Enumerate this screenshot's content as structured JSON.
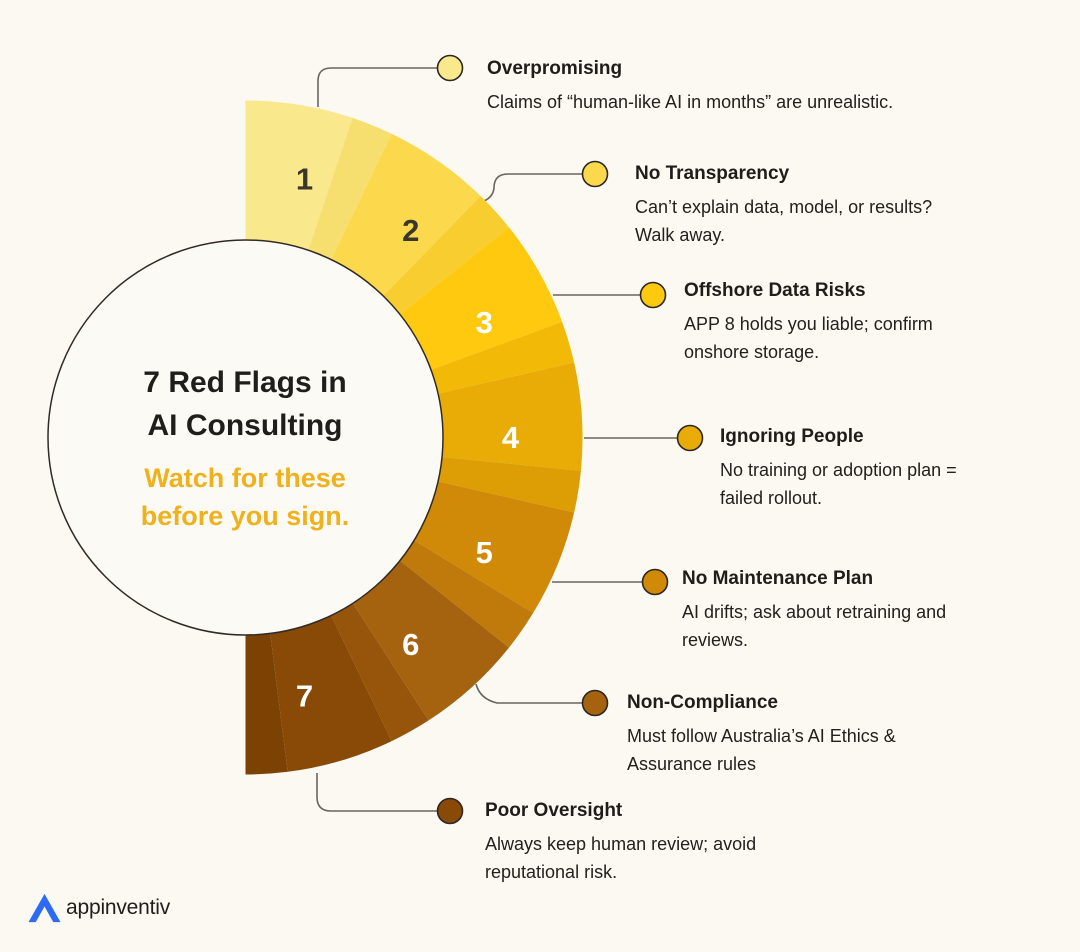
{
  "background": "#FBF9F2",
  "center": {
    "title_lines": [
      "7 Red Flags in",
      "AI Consulting"
    ],
    "subtitle_lines": [
      "Watch for these",
      "before you sign."
    ],
    "subtitle_color": "#EFB11C",
    "circle_fill": "#FBFAF4",
    "circle_stroke": "#2F2B27"
  },
  "items": [
    {
      "num": "1",
      "num_color": "#3A362E",
      "color": "#FAE98C",
      "trail_color": "#F6DF6F",
      "title": "Overpromising",
      "desc_lines": [
        "Claims of “human-like AI in months” are unrealistic."
      ]
    },
    {
      "num": "2",
      "num_color": "#3A362E",
      "color": "#FCD84D",
      "trail_color": "#F8CD30",
      "title": "No Transparency",
      "desc_lines": [
        "Can’t explain data, model, or results?",
        "Walk away."
      ]
    },
    {
      "num": "3",
      "num_color": "#FFFFFF",
      "color": "#FEC90F",
      "trail_color": "#F2BA07",
      "title": "Offshore Data Risks",
      "desc_lines": [
        "APP 8 holds you liable; confirm",
        "onshore storage."
      ]
    },
    {
      "num": "4",
      "num_color": "#FFFFFF",
      "color": "#E9AC06",
      "trail_color": "#DC9D05",
      "title": "Ignoring People",
      "desc_lines": [
        "No training or adoption plan =",
        "failed rollout."
      ]
    },
    {
      "num": "5",
      "num_color": "#FFFFFF",
      "color": "#D18908",
      "trail_color": "#C07A0B",
      "title": "No Maintenance Plan",
      "desc_lines": [
        "AI drifts; ask about retraining and",
        "reviews."
      ]
    },
    {
      "num": "6",
      "num_color": "#FFFFFF",
      "color": "#A5620F",
      "trail_color": "#96550A",
      "title": "Non-Compliance",
      "desc_lines": [
        "Must follow Australia’s AI Ethics &",
        "Assurance rules"
      ]
    },
    {
      "num": "7",
      "num_color": "#FFFFFF",
      "color": "#884A06",
      "trail_color": "#7C4204",
      "title": "Poor Oversight",
      "desc_lines": [
        "Always keep human review; avoid",
        "reputational risk."
      ]
    }
  ],
  "connector_color": "#6A655E",
  "dot_stroke": "#2A2724",
  "logo": {
    "text": "appinventiv",
    "mark_color": "#2D6BF5"
  },
  "chart_data": {
    "type": "pie",
    "shape": "half-donut fan, right-facing, 7 equal wedges from 12 o'clock clockwise to 6 o'clock",
    "title": "7 Red Flags in AI Consulting",
    "subtitle": "Watch for these before you sign.",
    "categories": [
      "Overpromising",
      "No Transparency",
      "Offshore Data Risks",
      "Ignoring People",
      "No Maintenance Plan",
      "Non-Compliance",
      "Poor Oversight"
    ],
    "values": [
      1,
      1,
      1,
      1,
      1,
      1,
      1
    ],
    "colors": [
      "#FAE98C",
      "#FCD84D",
      "#FEC90F",
      "#E9AC06",
      "#D18908",
      "#A5620F",
      "#884A06"
    ],
    "legend_position": "callouts right of fan"
  }
}
